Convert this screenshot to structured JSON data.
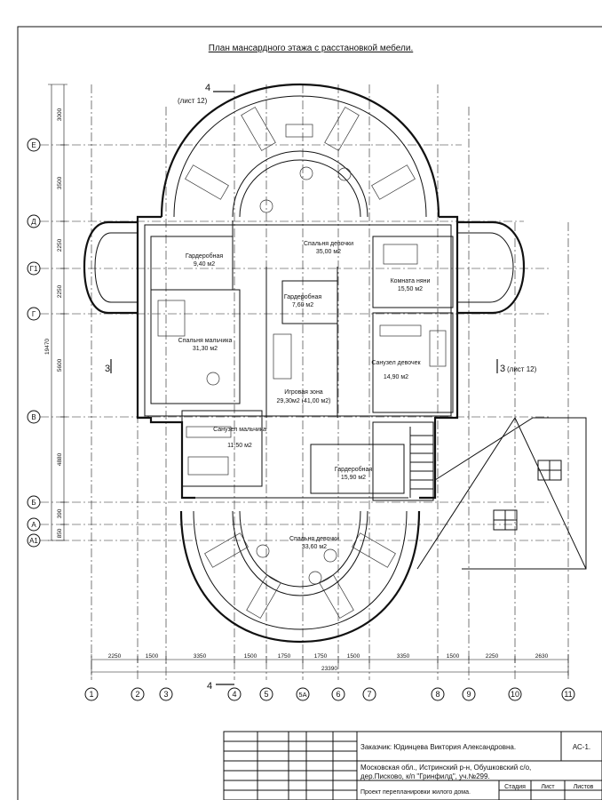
{
  "title": "План мансардного этажа с расстановкой мебели.",
  "sheet_refs": {
    "top": "(лист 12)",
    "right": "(лист 12)"
  },
  "section_marks": {
    "vertical_top": "4",
    "vertical_bottom": "4",
    "left": "3",
    "right": "3"
  },
  "rooms": [
    {
      "name": "Гардеробная",
      "area": "9,40 м2"
    },
    {
      "name": "Спальня девочки",
      "area": "35,00 м2"
    },
    {
      "name": "Комната няни",
      "area": "15,50 м2"
    },
    {
      "name": "Гардеробная",
      "area": "7,60 м2"
    },
    {
      "name": "Спальня мальчика",
      "area": "31,30 м2"
    },
    {
      "name": "Санузел девочек",
      "area": "14,90 м2"
    },
    {
      "name": "Игровая зона",
      "area": "29,30м2 (41,00 м2)"
    },
    {
      "name": "Санузел мальчика",
      "area": "11,50 м2"
    },
    {
      "name": "Гардеробная",
      "area": "15,90 м2"
    },
    {
      "name": "Спальня девочки",
      "area": "33,60 м2"
    }
  ],
  "grid_axes": {
    "columns": [
      "1",
      "2",
      "3",
      "4",
      "5",
      "5А",
      "6",
      "7",
      "8",
      "9",
      "10",
      "11"
    ],
    "rows": [
      "Е",
      "Д",
      "Г1",
      "Г",
      "В",
      "Б",
      "А",
      "А1"
    ]
  },
  "dimensions": {
    "bottom_segments": [
      "2250",
      "1500",
      "3350",
      "1500",
      "1750",
      "1750",
      "1500",
      "3350",
      "1500",
      "2250",
      "2630"
    ],
    "bottom_total": "23390",
    "left_segments": [
      "3000",
      "3500",
      "2250",
      "2250",
      "5600",
      "4880",
      "390",
      "850"
    ],
    "left_total": "19470"
  },
  "title_block": {
    "client": "Заказчик: Юдинцева Виктория Александровна.",
    "sheet_code": "АС-1.",
    "address_line1": "Московская обл., Истринский р-н, Обушковский с/о,",
    "address_line2": "дер.Писково, к/п \"Гринфилд\", уч.№299.",
    "project": "Проект перепланировки жилого дома.",
    "col_stage": "Стадия",
    "col_sheet": "Лист",
    "col_sheets": "Листов"
  }
}
